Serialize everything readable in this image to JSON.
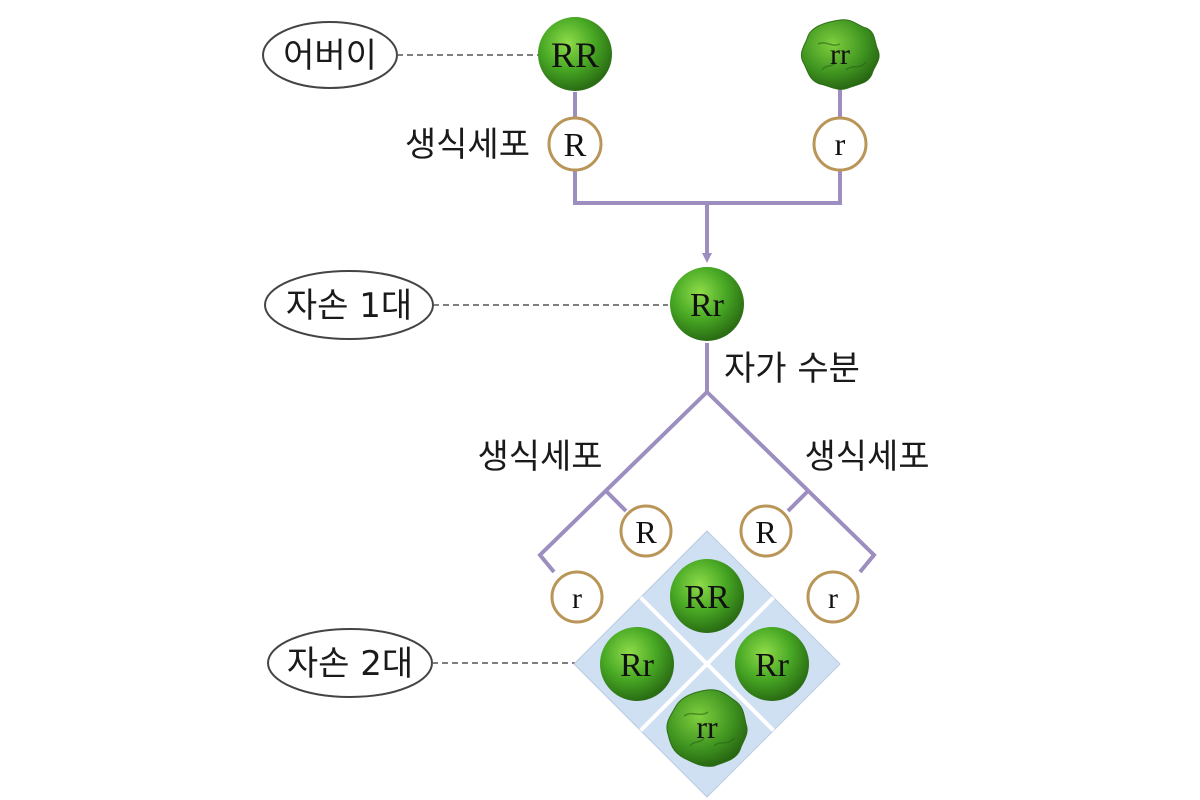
{
  "labels": {
    "parent": "어버이",
    "f1": "자손 1대",
    "f2": "자손 2대",
    "gamete_left_top": "생식세포",
    "self_pollination": "자가 수분",
    "gamete_left_mid": "생식세포",
    "gamete_right_mid": "생식세포"
  },
  "parents": {
    "left": "RR",
    "right": "rr"
  },
  "parent_gametes": {
    "left": "R",
    "right": "r"
  },
  "f1_genotype": "Rr",
  "f1_gametes": {
    "left_outer": "r",
    "left_inner": "R",
    "right_inner": "R",
    "right_outer": "r"
  },
  "f2_grid": {
    "top": "RR",
    "left": "Rr",
    "right": "Rr",
    "bottom": "rr"
  },
  "colors": {
    "line": "#9c8fc0",
    "gamete_border": "#b99658",
    "pea_green": "#3f9a1f",
    "grid_fill": "#cfe0f2"
  }
}
